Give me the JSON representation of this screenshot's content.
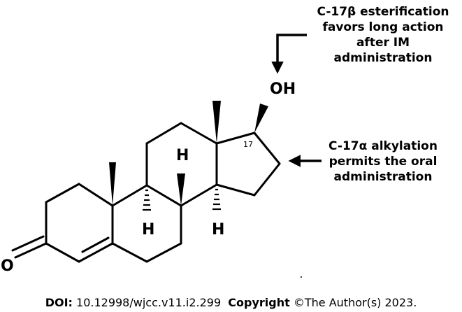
{
  "annotations": {
    "esterification": {
      "lines": [
        "C-17β esterification",
        "favors long action",
        "after IM",
        "administration"
      ]
    },
    "alkylation": {
      "lines": [
        "C-17α alkylation",
        "permits the oral",
        "administration"
      ]
    }
  },
  "atoms": {
    "hydroxyl": "OH",
    "ketone_oxygen": "O",
    "hydrogen_c9": "H",
    "hydrogen_c8": "H",
    "hydrogen_c14": "H",
    "carbon_number": "17"
  },
  "footer": {
    "doi_label": "DOI:",
    "doi_value": "10.12998/wjcc.v11.i2.299",
    "copyright_label": "Copyright",
    "copyright_value": "©The Author(s) 2023."
  },
  "colors": {
    "ink": "#000000",
    "background": "#ffffff"
  }
}
